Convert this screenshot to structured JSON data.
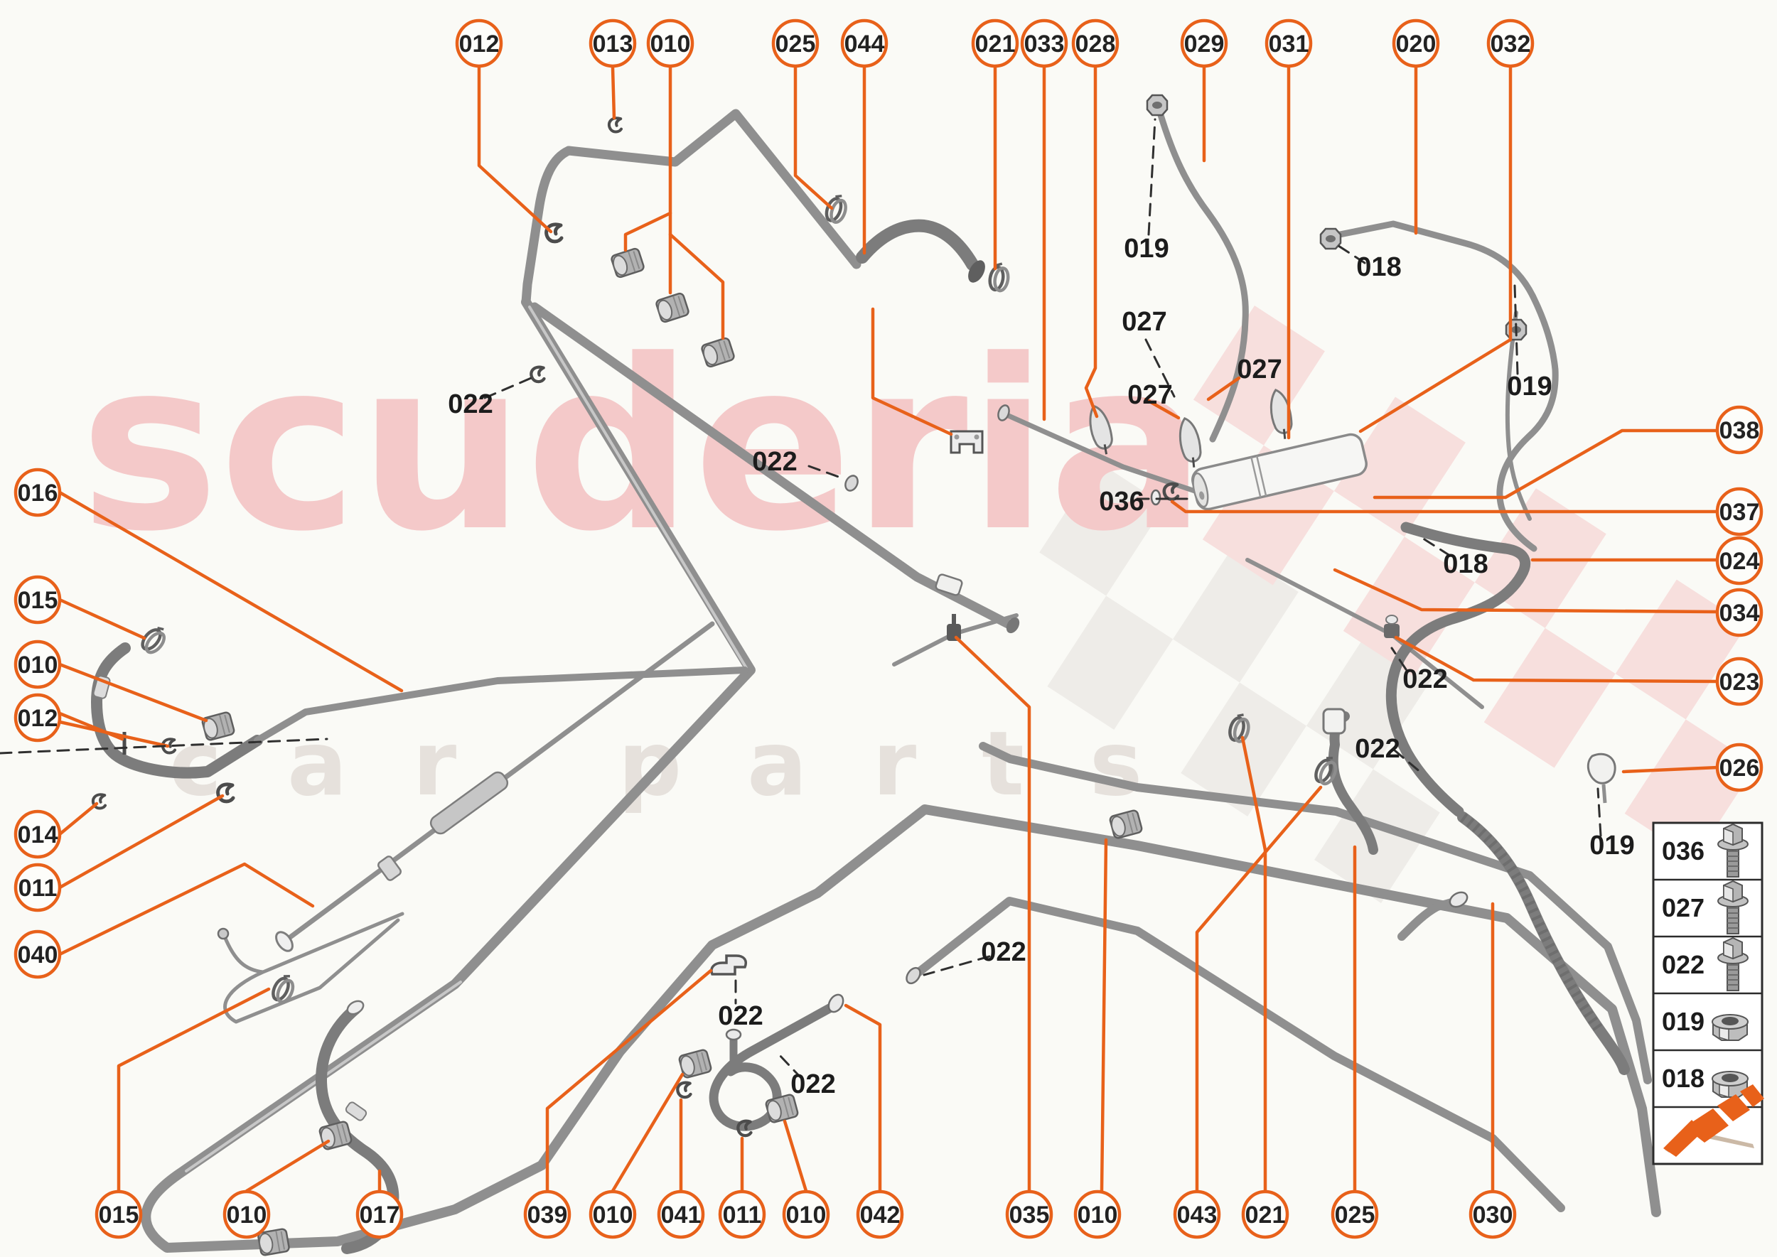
{
  "diagram": {
    "background": "#fafaf6",
    "description_labels_visible_only": true
  },
  "colors": {
    "accent_orange": "#e8611a",
    "tube_gray": "#8f8f8f",
    "label_dark": "#1c1c1c",
    "watermark_pink": "#f4c9c9",
    "watermark_gray": "#e6e1dc",
    "checker_pink": "#f6cfcf",
    "checker_gray": "#e7e4e0"
  },
  "watermark": {
    "primary": "scuderia",
    "secondary": "car parts"
  },
  "callouts": {
    "top": [
      "012",
      "013",
      "010",
      "025",
      "044",
      "021",
      "033",
      "028",
      "029",
      "031",
      "020",
      "032"
    ],
    "left": [
      "016",
      "015",
      "010",
      "012",
      "014",
      "011",
      "040"
    ],
    "right": [
      "038",
      "037",
      "024",
      "034",
      "023",
      "026"
    ],
    "bottom": [
      "015",
      "010",
      "017",
      "039",
      "010",
      "041",
      "011",
      "010",
      "042",
      "035",
      "010",
      "043",
      "021",
      "025",
      "030"
    ]
  },
  "inline_labels": [
    "019",
    "027",
    "018",
    "019",
    "027",
    "027",
    "022",
    "022",
    "036",
    "018",
    "022",
    "022",
    "019",
    "022",
    "022",
    "022"
  ],
  "legend": {
    "rows": [
      {
        "label": "036",
        "icon": "flange-bolt-icon"
      },
      {
        "label": "027",
        "icon": "flange-bolt-icon"
      },
      {
        "label": "022",
        "icon": "flange-bolt-icon"
      },
      {
        "label": "019",
        "icon": "flange-nut-icon"
      },
      {
        "label": "018",
        "icon": "flange-nut-icon"
      }
    ],
    "footer_icon": "direction-arrow-icon"
  }
}
